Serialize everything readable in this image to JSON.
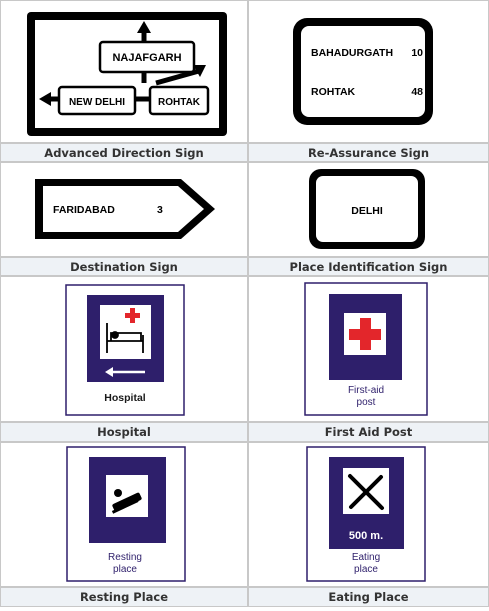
{
  "signs": [
    {
      "caption": "Advanced Direction Sign",
      "labels": {
        "top": "NAJAFGARH",
        "left": "NEW DELHI",
        "right": "ROHTAK"
      }
    },
    {
      "caption": "Re-Assurance Sign",
      "rows": [
        {
          "place": "BAHADURGATH",
          "distance": "10"
        },
        {
          "place": "ROHTAK",
          "distance": "48"
        }
      ]
    },
    {
      "caption": "Destination Sign",
      "place": "FARIDABAD",
      "distance": "3"
    },
    {
      "caption": "Place Identification Sign",
      "place": "DELHI"
    },
    {
      "caption": "Hospital",
      "label": "Hospital",
      "icon": "hospital-bed-cross-icon"
    },
    {
      "caption": "First Aid Post",
      "label_line1": "First-aid",
      "label_line2": "post",
      "icon": "red-cross-icon"
    },
    {
      "caption": "Resting Place",
      "label_line1": "Resting",
      "label_line2": "place",
      "icon": "bed-icon"
    },
    {
      "caption": "Eating Place",
      "distance_text": "500 m.",
      "label_line1": "Eating",
      "label_line2": "place",
      "icon": "fork-knife-icon"
    }
  ],
  "colors": {
    "sign_blue": "#2e1f6b",
    "cross_red": "#e3262b",
    "border_gray": "#c8c8c8",
    "caption_bg": "#eef2f6"
  }
}
